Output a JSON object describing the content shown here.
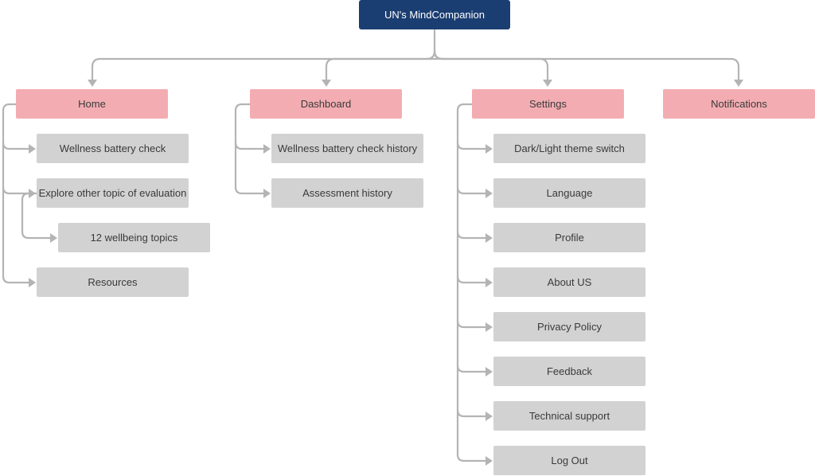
{
  "colors": {
    "root": "#1b3e72",
    "category": "#f3adb2",
    "leaf": "#d2d2d2",
    "connector": "#b4b4b4"
  },
  "root": {
    "label": "UN's MindCompanion"
  },
  "home": {
    "label": "Home",
    "items": {
      "wellness_check": "Wellness battery check",
      "explore": "Explore other topic of evaluation",
      "topics": "12 wellbeing topics",
      "resources": "Resources"
    }
  },
  "dashboard": {
    "label": "Dashboard",
    "items": {
      "check_history": "Wellness battery check history",
      "assessment_history": "Assessment history"
    }
  },
  "settings": {
    "label": "Settings",
    "items": {
      "theme": "Dark/Light theme switch",
      "language": "Language",
      "profile": "Profile",
      "about": "About US",
      "privacy": "Privacy Policy",
      "feedback": "Feedback",
      "support": "Technical support",
      "logout": "Log Out"
    }
  },
  "notifications": {
    "label": "Notifications"
  }
}
